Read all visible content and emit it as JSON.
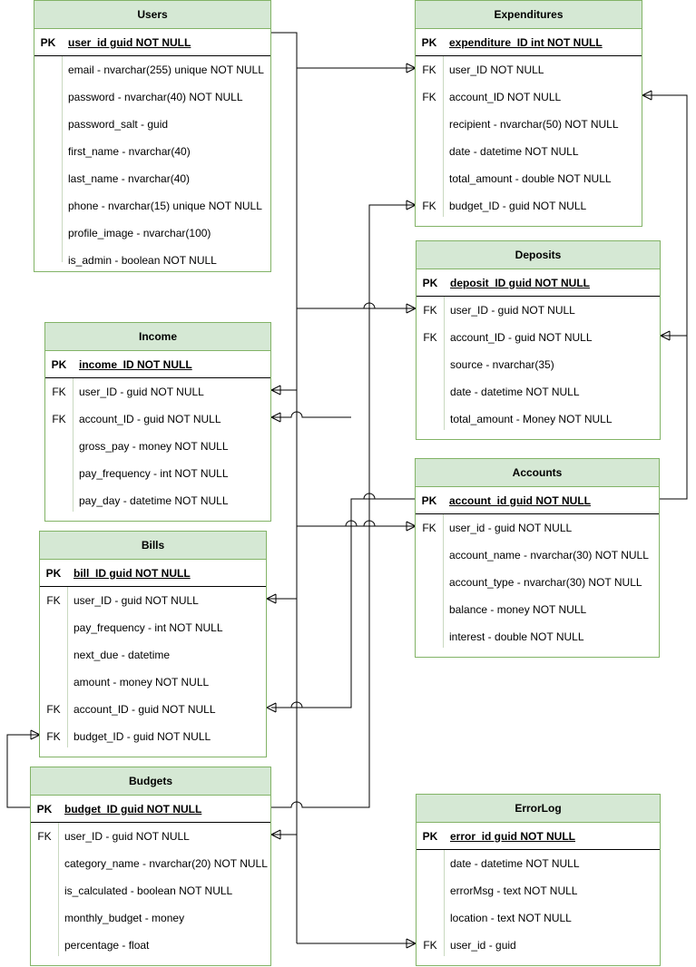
{
  "tables": {
    "users": {
      "title": "Users",
      "rows": [
        {
          "key": "PK",
          "text": "user_id guid NOT NULL"
        },
        {
          "key": "",
          "text": "email - nvarchar(255) unique NOT NULL"
        },
        {
          "key": "",
          "text": "password - nvarchar(40)  NOT NULL"
        },
        {
          "key": "",
          "text": "password_salt - guid"
        },
        {
          "key": "",
          "text": "first_name - nvarchar(40)"
        },
        {
          "key": "",
          "text": "last_name - nvarchar(40)"
        },
        {
          "key": "",
          "text": "phone - nvarchar(15) unique NOT NULL"
        },
        {
          "key": "",
          "text": "profile_image - nvarchar(100)"
        },
        {
          "key": "",
          "text": "is_admin - boolean NOT NULL"
        }
      ]
    },
    "expenditures": {
      "title": "Expenditures",
      "rows": [
        {
          "key": "PK",
          "text": "expenditure_ID int NOT NULL"
        },
        {
          "key": "FK",
          "text": "user_ID NOT NULL"
        },
        {
          "key": "FK",
          "text": "account_ID NOT NULL"
        },
        {
          "key": "",
          "text": "recipient - nvarchar(50) NOT NULL"
        },
        {
          "key": "",
          "text": "date - datetime NOT NULL"
        },
        {
          "key": "",
          "text": "total_amount - double NOT NULL"
        },
        {
          "key": "FK",
          "text": "budget_ID - guid NOT NULL"
        }
      ]
    },
    "deposits": {
      "title": "Deposits",
      "rows": [
        {
          "key": "PK",
          "text": "deposit_ID guid NOT NULL"
        },
        {
          "key": "FK",
          "text": "user_ID - guid NOT NULL"
        },
        {
          "key": "FK",
          "text": "account_ID - guid NOT NULL"
        },
        {
          "key": "",
          "text": "source - nvarchar(35)"
        },
        {
          "key": "",
          "text": "date - datetime NOT NULL"
        },
        {
          "key": "",
          "text": "total_amount - Money NOT NULL"
        }
      ]
    },
    "income": {
      "title": "Income",
      "rows": [
        {
          "key": "PK",
          "text": "income_ID NOT NULL"
        },
        {
          "key": "FK",
          "text": "user_ID - guid NOT NULL"
        },
        {
          "key": "FK",
          "text": "account_ID - guid NOT NULL"
        },
        {
          "key": "",
          "text": "gross_pay - money NOT NULL"
        },
        {
          "key": "",
          "text": "pay_frequency - int NOT NULL"
        },
        {
          "key": "",
          "text": "pay_day - datetime NOT NULL"
        }
      ]
    },
    "accounts": {
      "title": "Accounts",
      "rows": [
        {
          "key": "PK",
          "text": "account_id guid NOT NULL"
        },
        {
          "key": "FK",
          "text": "user_id - guid NOT NULL"
        },
        {
          "key": "",
          "text": "account_name - nvarchar(30) NOT NULL"
        },
        {
          "key": "",
          "text": "account_type - nvarchar(30) NOT NULL"
        },
        {
          "key": "",
          "text": "balance - money NOT NULL"
        },
        {
          "key": "",
          "text": "interest - double NOT NULL"
        }
      ]
    },
    "bills": {
      "title": "Bills",
      "rows": [
        {
          "key": "PK",
          "text": "bill_ID guid NOT NULL"
        },
        {
          "key": "FK",
          "text": "user_ID - guid NOT NULL"
        },
        {
          "key": "",
          "text": "pay_frequency - int NOT NULL"
        },
        {
          "key": "",
          "text": "next_due - datetime"
        },
        {
          "key": "",
          "text": "amount - money NOT NULL"
        },
        {
          "key": "FK",
          "text": "account_ID - guid NOT NULL"
        },
        {
          "key": "FK",
          "text": "budget_ID - guid NOT NULL"
        }
      ]
    },
    "budgets": {
      "title": "Budgets",
      "rows": [
        {
          "key": "PK",
          "text": "budget_ID guid NOT NULL"
        },
        {
          "key": "FK",
          "text": "user_ID - guid NOT NULL"
        },
        {
          "key": "",
          "text": "category_name - nvarchar(20) NOT NULL"
        },
        {
          "key": "",
          "text": "is_calculated - boolean NOT NULL"
        },
        {
          "key": "",
          "text": "monthly_budget - money"
        },
        {
          "key": "",
          "text": "percentage - float"
        }
      ]
    },
    "errorlog": {
      "title": "ErrorLog",
      "rows": [
        {
          "key": "PK",
          "text": "error_id guid NOT NULL"
        },
        {
          "key": "",
          "text": "date - datetime NOT NULL"
        },
        {
          "key": "",
          "text": "errorMsg - text NOT NULL"
        },
        {
          "key": "",
          "text": "location - text NOT NULL"
        },
        {
          "key": "FK",
          "text": "user_id  - guid"
        }
      ]
    }
  },
  "colors": {
    "header_fill": "#d5e8d4",
    "border": "#82b366",
    "connector": "#000000"
  }
}
